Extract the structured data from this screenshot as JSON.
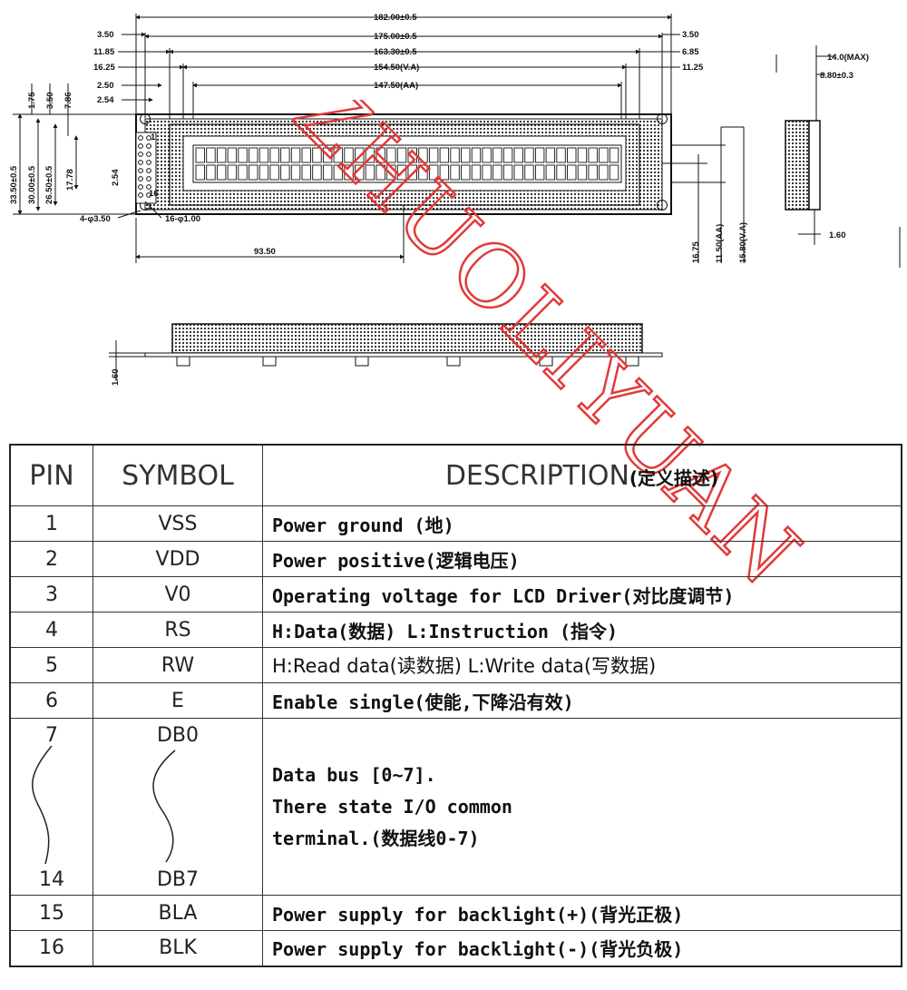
{
  "drawing": {
    "top_dims": [
      "182.00±0.5",
      "175.00±0.5",
      "163.30±0.5",
      "154.50(V.A)",
      "147.50(AA)"
    ],
    "left_dims": [
      "3.50",
      "11.85",
      "16.25",
      "2.50",
      "2.54"
    ],
    "right_dims": [
      "3.50",
      "6.85",
      "11.25"
    ],
    "vertical_top_dims": [
      "1.75",
      "3.50",
      "7.86"
    ],
    "side_vertical_dims": [
      "33.50±0.5",
      "30.00±0.5",
      "26.50±0.5",
      "17.78",
      "2.54"
    ],
    "hole_label": "4-φ3.50",
    "pin_label": "16-φ1.00",
    "pin_one": "1",
    "pin_sixteen": "16",
    "bottom_dim": "93.50",
    "right_vertical_dims": [
      "16.75",
      "11.50(AA)",
      "15.80(V.A)"
    ],
    "side_view_dims": [
      "14.0(MAX)",
      "8.80±0.3",
      "1.60"
    ],
    "front_view_dim": "1.60",
    "watermark": "ZHUOLIYUAN"
  },
  "table": {
    "headers": {
      "pin": "PIN",
      "symbol": "SYMBOL",
      "description": "DESCRIPTION",
      "description_cn": "(定义描述)"
    },
    "rows": [
      {
        "pin": "1",
        "symbol": "VSS",
        "description": "Power ground (地)"
      },
      {
        "pin": "2",
        "symbol": "VDD",
        "description": "Power positive(逻辑电压)"
      },
      {
        "pin": "3",
        "symbol": "V0",
        "description": "Operating voltage for LCD Driver(对比度调节)"
      },
      {
        "pin": "4",
        "symbol": "RS",
        "description": "H:Data(数据) L:Instruction (指令)"
      },
      {
        "pin": "5",
        "symbol": "RW",
        "description": "H:Read data(读数据) L:Write data(写数据)"
      },
      {
        "pin": "6",
        "symbol": "E",
        "description": "Enable single(使能,下降沿有效)"
      }
    ],
    "bus": {
      "pin_start": "7",
      "pin_end": "14",
      "symbol_start": "DB0",
      "symbol_end": "DB7",
      "lines": [
        "Data bus [0~7].",
        "There state I/O common",
        "terminal.(数据线0-7)"
      ]
    },
    "tail_rows": [
      {
        "pin": "15",
        "symbol": "BLA",
        "description": "Power supply for backlight(+)(背光正极)"
      },
      {
        "pin": "16",
        "symbol": "BLK",
        "description": "Power supply for backlight(-)(背光负极)"
      }
    ]
  }
}
